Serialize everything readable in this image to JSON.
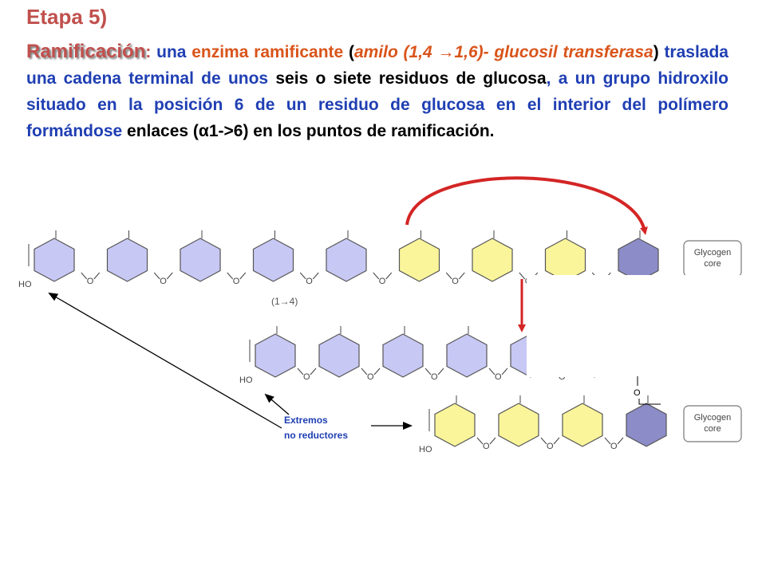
{
  "title": "Etapa 5)",
  "paragraph": {
    "lead": "Ramificación",
    "colon": ": ",
    "t1": "una",
    "t2": " enzima ramificante ",
    "paren_open": "(",
    "enzyme": "amilo (1,4 →1,6)- glucosil transferasa",
    "paren_close": ")",
    "t3": " traslada una cadena terminal de unos ",
    "t4": "seis o siete residuos de glucosa",
    "t5": ", a un grupo hidroxilo situado en la posición 6 de un residuo de glucosa en el interior del polímero formándose ",
    "t6": "enlaces (",
    "alpha": "α",
    "t7": "1->6) en los puntos de ramificación."
  },
  "diagram": {
    "bond_label": "(1→4)",
    "core_label_1": "Glycogen",
    "core_label_2": "core",
    "oxygen": "O",
    "hydroxyl": "HO",
    "annotation_line1": "Extremos",
    "annotation_line2": "no reductores",
    "colors": {
      "glucose_blue": "#c8c8f5",
      "glucose_yellow": "#faf59a",
      "glucose_core": "#8c8cc8",
      "arrow_red": "#d42525",
      "annotation_blue": "#1f3fb3"
    }
  }
}
